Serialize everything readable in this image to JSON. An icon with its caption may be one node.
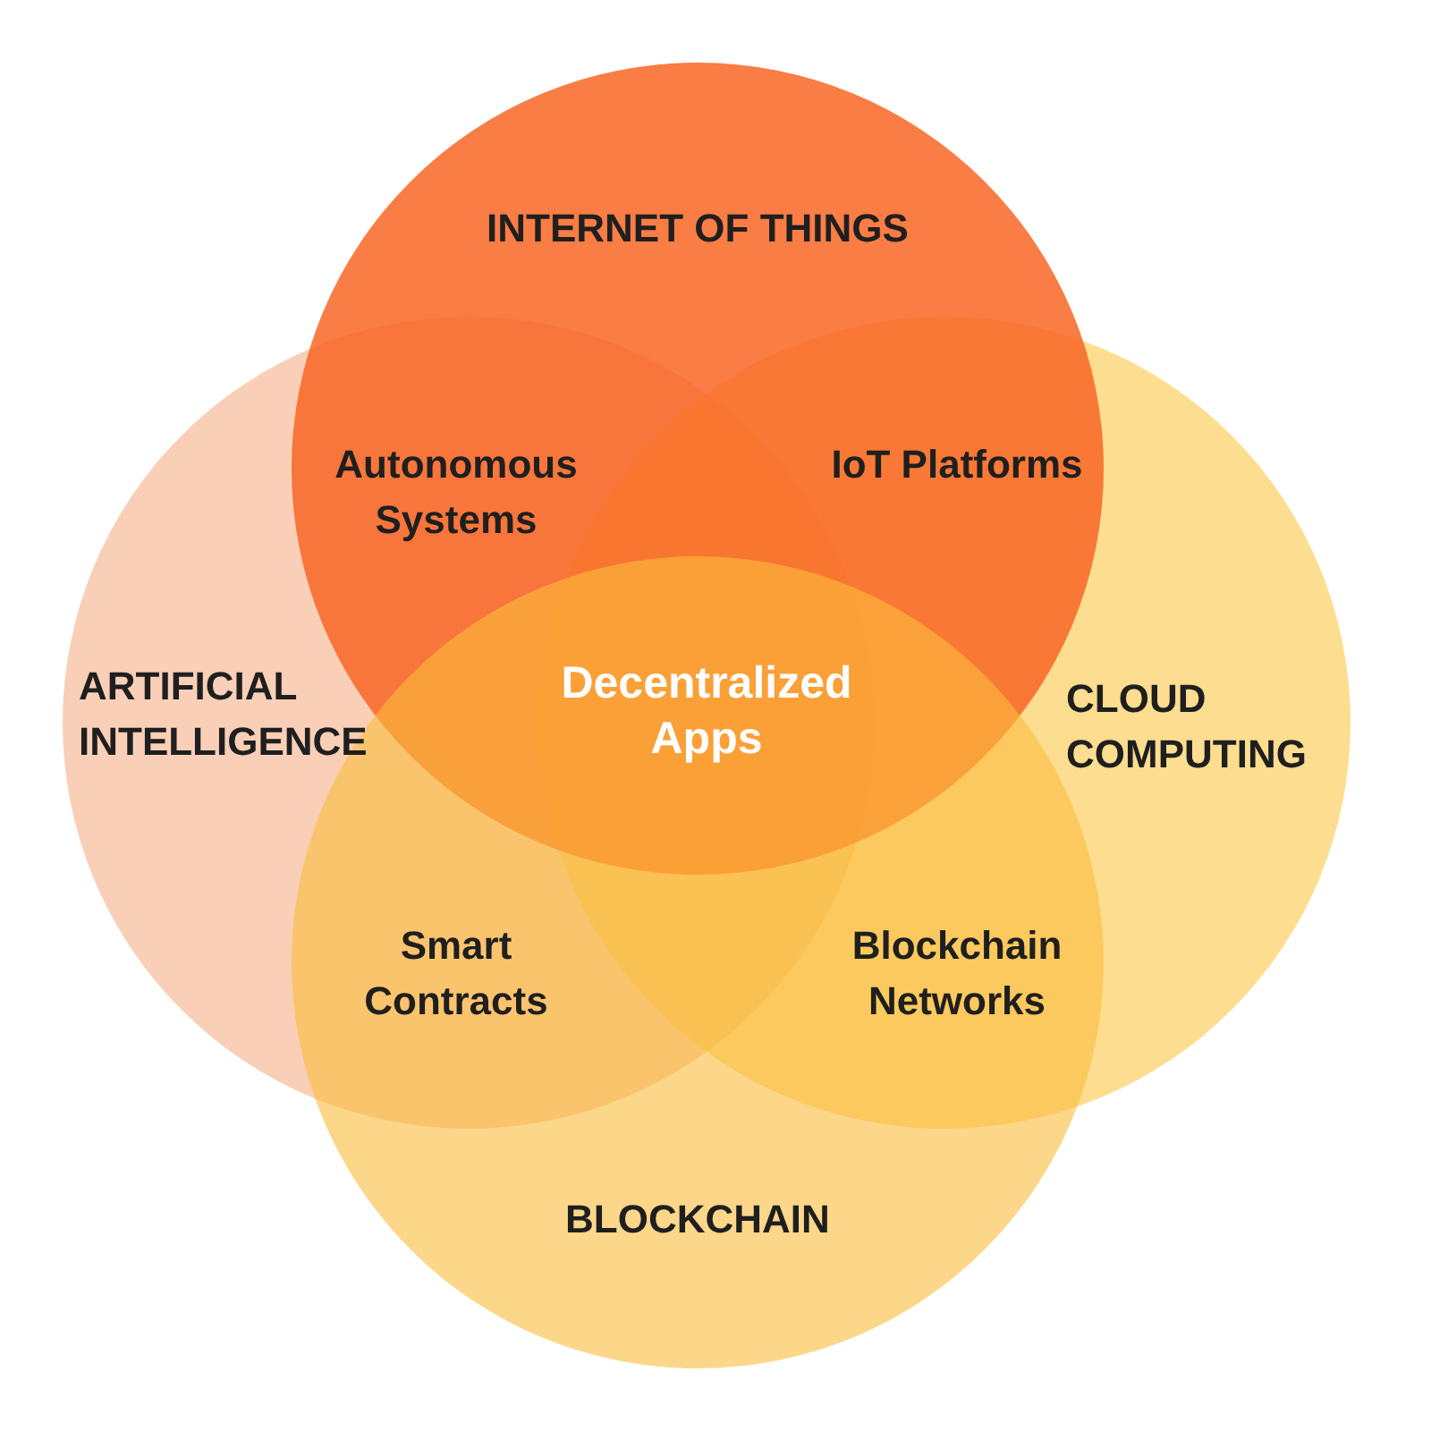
{
  "diagram": {
    "nodes": [
      {
        "text": [
          "INTERNET OF THINGS"
        ]
      },
      {
        "text": [
          "ARTIFICIAL INTELLIGENCE"
        ]
      },
      {
        "text": [
          "CLOUD COMPUTING"
        ]
      },
      {
        "text": [
          "BLOCKCHAIN"
        ]
      }
    ],
    "labels": [
      "Autonomous Systems",
      "IoT Platforms",
      "Decentralized Apps",
      "Smart Contracts",
      "Blockchain Networks"
    ]
  }
}
